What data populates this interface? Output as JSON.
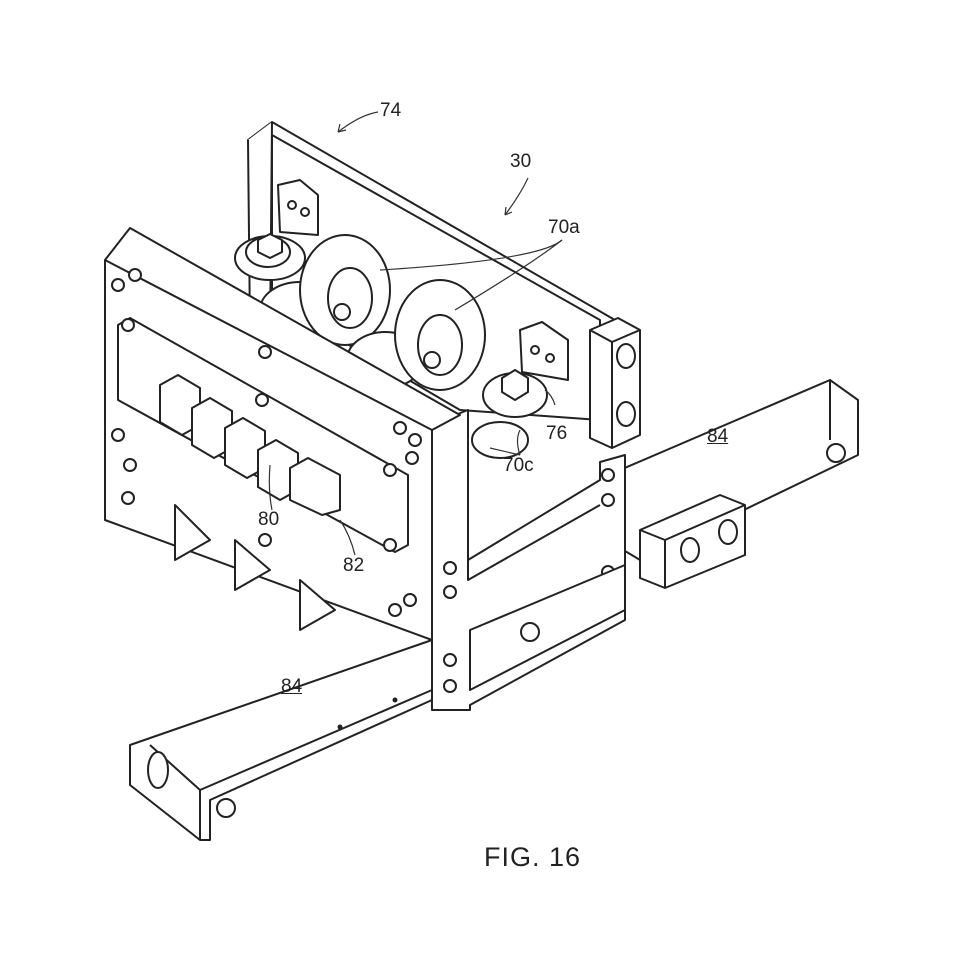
{
  "figure": {
    "caption": "FIG. 16",
    "labels": {
      "assembly_arrow": "74",
      "carriage": "30",
      "upper_wheels": "70a",
      "bracket": "76",
      "lower_wheels": "70c",
      "rail_right": "84",
      "blocks": "80",
      "panel": "82",
      "rail_left": "84"
    }
  }
}
